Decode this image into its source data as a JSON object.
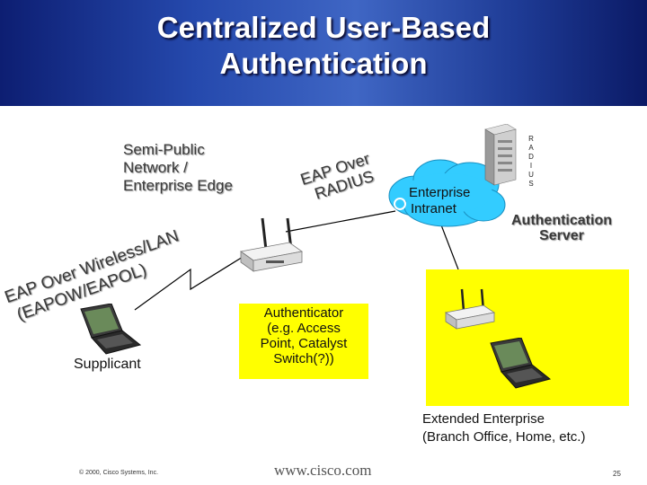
{
  "title": {
    "line1": "Centralized User-Based",
    "line2": "Authentication"
  },
  "labels": {
    "semi_public": [
      "Semi-Public",
      "Network /",
      "Enterprise Edge"
    ],
    "eap_over_radius": [
      "EAP Over",
      "RADIUS"
    ],
    "eap_over_wireless": [
      "EAP Over Wireless/LAN",
      "(EAPOW/EAPOL)"
    ],
    "enterprise_intranet": [
      "Enterprise",
      "Intranet"
    ],
    "radius_vertical": [
      "R",
      "A",
      "D",
      "I",
      "U",
      "S"
    ],
    "auth_server": [
      "Authentication",
      "Server"
    ],
    "authenticator": [
      "Authenticator",
      "(e.g. Access",
      "Point, Catalyst",
      "Switch(?))"
    ],
    "supplicant": "Supplicant",
    "extended_enterprise": [
      "Extended Enterprise",
      "(Branch Office, Home, etc.)"
    ]
  },
  "footer": {
    "copyright": "© 2000, Cisco Systems, Inc.",
    "url": "www.cisco.com",
    "page": "25"
  },
  "colors": {
    "title_bg": "#2549ad",
    "yellow_box": "#ffff00",
    "cloud": "#33ccff"
  },
  "icons": [
    "access-point-icon",
    "laptop-icon",
    "server-icon",
    "cloud-icon",
    "lightning-link-icon"
  ]
}
